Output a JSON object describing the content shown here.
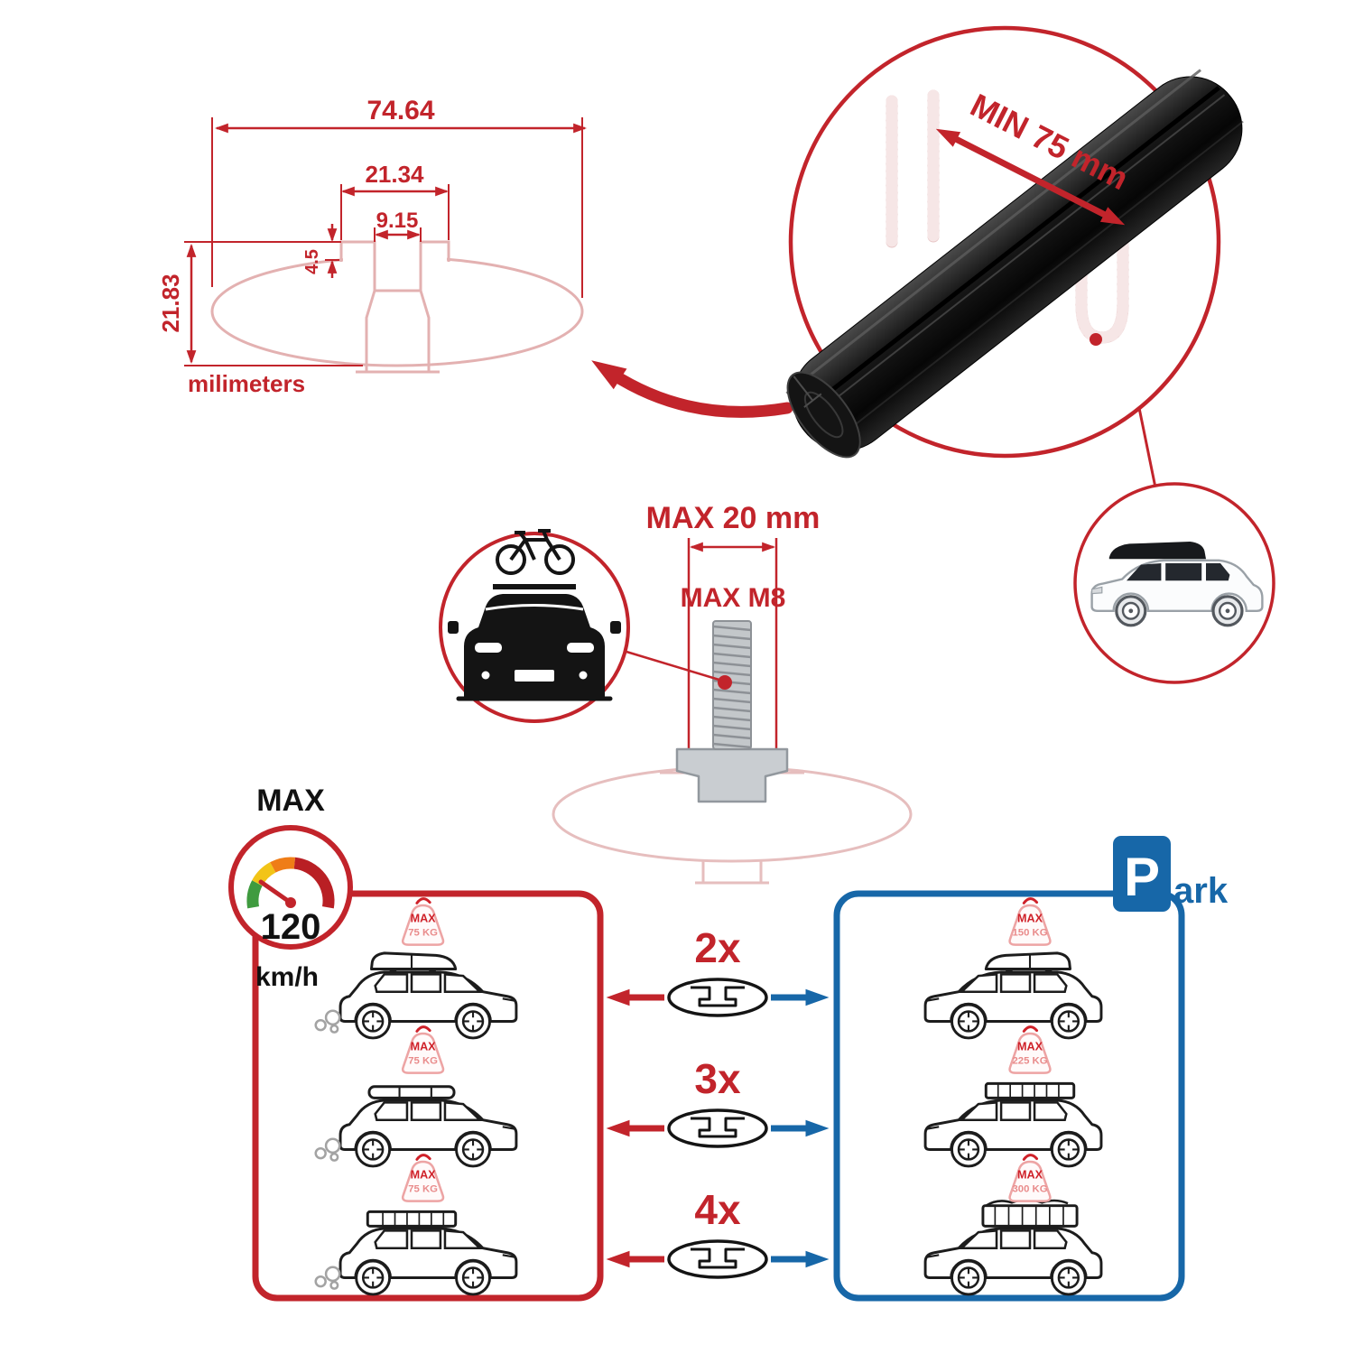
{
  "accent_colors": {
    "red": "#c2242b",
    "blue": "#1767a8"
  },
  "dimension_diagram": {
    "total_width": "74.64",
    "slot_outer_width": "21.34",
    "slot_inner_width": "9.15",
    "slot_lip_depth": "4.5",
    "total_height": "21.83",
    "units_label": "milimeters"
  },
  "crossbar_detail": {
    "min_span_label": "MIN 75 mm"
  },
  "mounting_bolt": {
    "max_length_label": "MAX 20 mm",
    "max_thread_label": "MAX M8"
  },
  "speed_limit": {
    "title": "MAX",
    "value": "120",
    "unit": "km/h"
  },
  "park_sign": {
    "letter": "P",
    "suffix": "ark"
  },
  "load_chart": {
    "driving": [
      {
        "tag_title": "MAX",
        "tag_value": "75 KG"
      },
      {
        "tag_title": "MAX",
        "tag_value": "75 KG"
      },
      {
        "tag_title": "MAX",
        "tag_value": "75 KG"
      }
    ],
    "bar_counts": [
      "2x",
      "3x",
      "4x"
    ],
    "parked": [
      {
        "tag_title": "MAX",
        "tag_value": "150 KG"
      },
      {
        "tag_title": "MAX",
        "tag_value": "225 KG"
      },
      {
        "tag_title": "MAX",
        "tag_value": "300 KG"
      }
    ]
  }
}
